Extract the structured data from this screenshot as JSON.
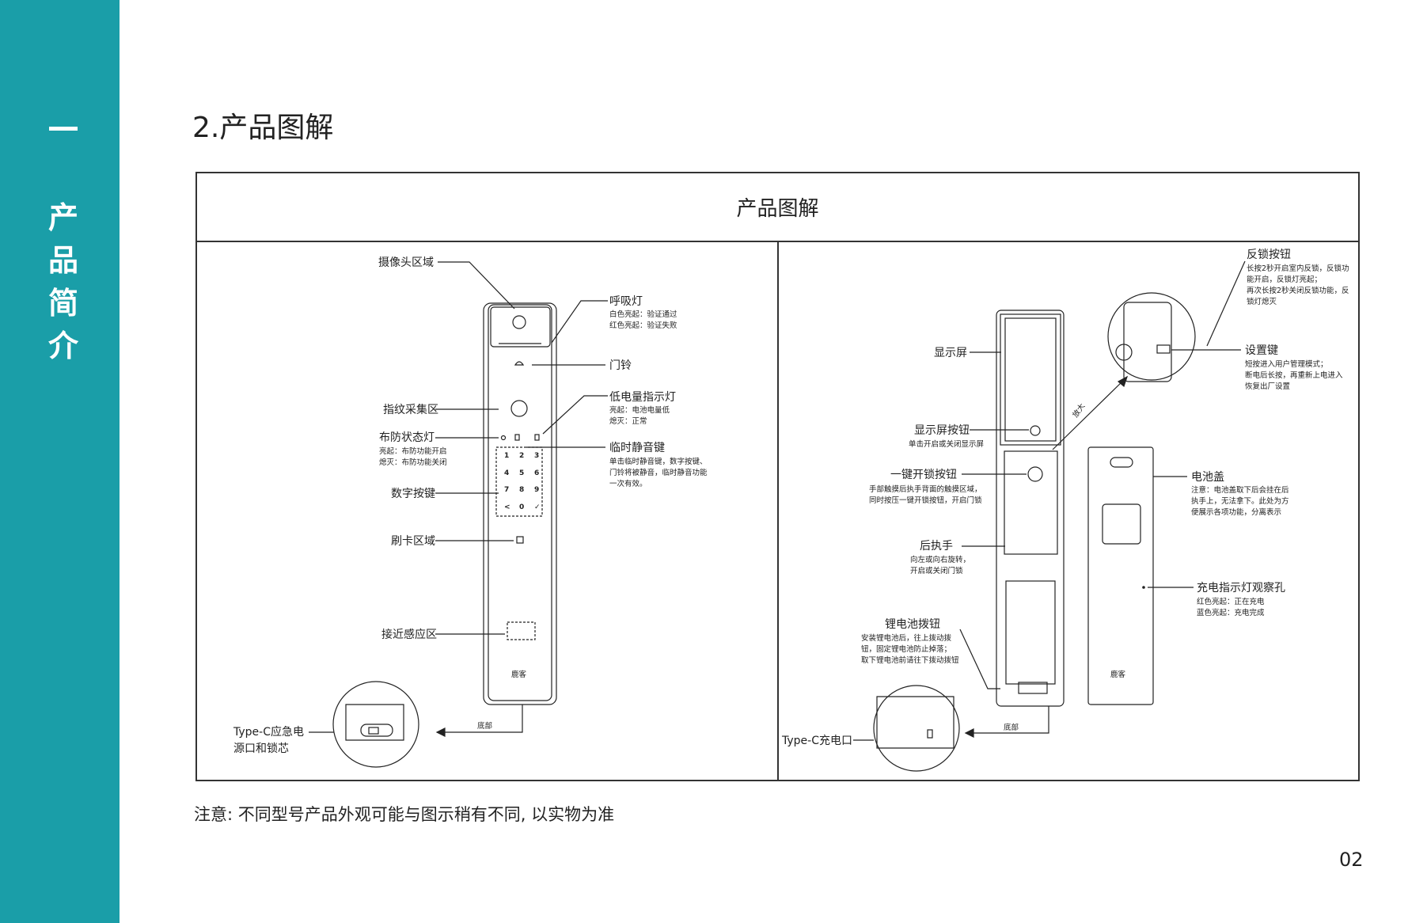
{
  "sidebar": {
    "dash": "一",
    "title_chars": [
      "产",
      "品",
      "简",
      "介"
    ]
  },
  "section_title": "2.产品图解",
  "frame_title": "产品图解",
  "note": "注意: 不同型号产品外观可能与图示稍有不同, 以实物为准",
  "page_number": "02",
  "front": {
    "camera": "摄像头区域",
    "breath_light": {
      "title": "呼吸灯",
      "lines": [
        "白色亮起：验证通过",
        "红色亮起：验证失败"
      ]
    },
    "doorbell": "门铃",
    "fingerprint": "指纹采集区",
    "low_battery": {
      "title": "低电量指示灯",
      "lines": [
        "亮起：电池电量低",
        "熄灭：正常"
      ]
    },
    "arm_light": {
      "title": "布防状态灯",
      "lines": [
        "亮起：布防功能开启",
        "熄灭：布防功能关闭"
      ]
    },
    "mute": {
      "title": "临时静音键",
      "lines": [
        "单击临时静音键，数字按键、",
        "门铃将被静音，临时静音功能",
        "一次有效。"
      ]
    },
    "keypad": "数字按键",
    "keys": [
      "1",
      "2",
      "3",
      "4",
      "5",
      "6",
      "7",
      "8",
      "9",
      "<",
      "0",
      "✓"
    ],
    "card": "刷卡区域",
    "proximity": "接近感应区",
    "typec": [
      "Type-C应急电",
      "源口和锁芯"
    ],
    "bottom": "底部",
    "brand": "鹿客"
  },
  "back": {
    "screen": "显示屏",
    "screen_btn": {
      "title": "显示屏按钮",
      "lines": [
        "单击开启或关闭显示屏"
      ]
    },
    "one_key": {
      "title": "一键开锁按钮",
      "lines": [
        "手部触摸后执手背面的触摸区域，",
        "同时按压一键开锁按钮，开启门锁"
      ]
    },
    "handle": {
      "title": "后执手",
      "lines": [
        "向左或向右旋转，",
        "开启或关闭门锁"
      ]
    },
    "battery_toggle": {
      "title": "锂电池拨钮",
      "lines": [
        "安装锂电池后，往上拨动拨",
        "钮，固定锂电池防止掉落；",
        "取下锂电池前请往下拨动拨钮"
      ]
    },
    "typec": "Type-C充电口",
    "bottom": "底部",
    "zoom_label": "放大",
    "anti_lock": {
      "title": "反锁按钮",
      "lines": [
        "长按2秒开启室内反锁，反锁功",
        "能开启，反锁灯亮起；",
        "再次长按2秒关闭反锁功能，反",
        "锁灯熄灭"
      ]
    },
    "settings": {
      "title": "设置键",
      "lines": [
        "短按进入用户管理模式；",
        "断电后长按，再重新上电进入",
        "恢复出厂设置"
      ]
    },
    "cover": {
      "title": "电池盖",
      "lines": [
        "注意：电池盖取下后会挂在后",
        "执手上，无法拿下。此处为方",
        "便展示各项功能，分离表示"
      ]
    },
    "charge": {
      "title": "充电指示灯观察孔",
      "lines": [
        "红色亮起：正在充电",
        "蓝色亮起：充电完成"
      ]
    },
    "brand": "鹿客"
  }
}
